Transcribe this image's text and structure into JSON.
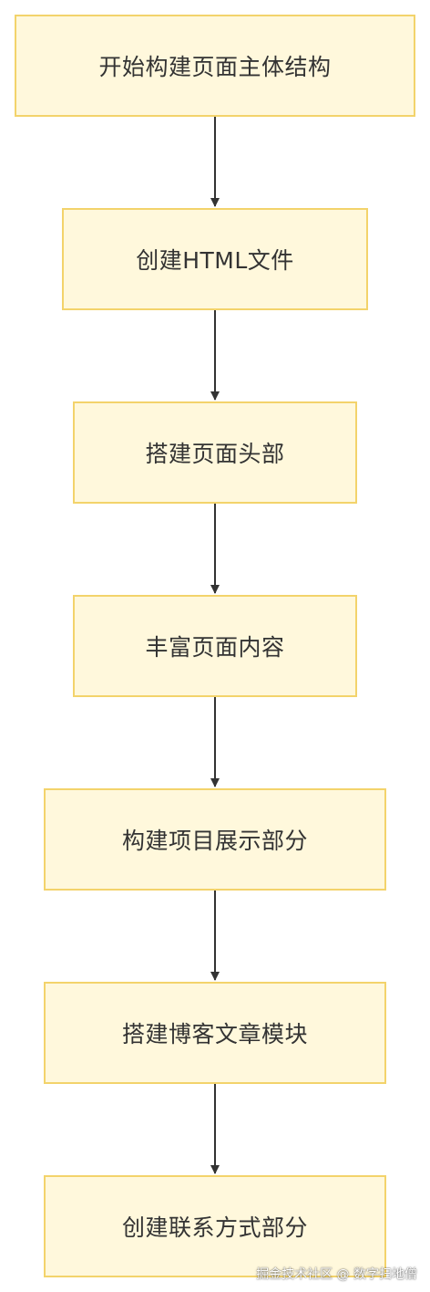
{
  "diagram": {
    "nodes": [
      {
        "id": "n1",
        "label": "开始构建页面主体结构"
      },
      {
        "id": "n2",
        "label": "创建HTML文件"
      },
      {
        "id": "n3",
        "label": "搭建页面头部"
      },
      {
        "id": "n4",
        "label": "丰富页面内容"
      },
      {
        "id": "n5",
        "label": "构建项目展示部分"
      },
      {
        "id": "n6",
        "label": "搭建博客文章模块"
      },
      {
        "id": "n7",
        "label": "创建联系方式部分"
      }
    ],
    "edges": [
      {
        "from": "n1",
        "to": "n2"
      },
      {
        "from": "n2",
        "to": "n3"
      },
      {
        "from": "n3",
        "to": "n4"
      },
      {
        "from": "n4",
        "to": "n5"
      },
      {
        "from": "n5",
        "to": "n6"
      },
      {
        "from": "n6",
        "to": "n7"
      }
    ],
    "colors": {
      "node_fill": "#fff8dc",
      "node_border": "#f3d36b",
      "edge": "#333333",
      "text": "#333333"
    }
  },
  "watermark": "掘金技术社区 @ 数字扫地僧"
}
